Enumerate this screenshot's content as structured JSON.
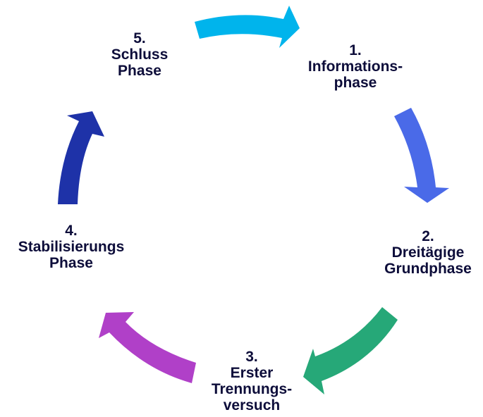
{
  "diagram": {
    "type": "cycle",
    "phases": [
      {
        "number": "1.",
        "lines": [
          "Informations-",
          "phase"
        ],
        "arrow_color": "#4a6ae8"
      },
      {
        "number": "2.",
        "lines": [
          "Dreitägige",
          "Grundphase"
        ],
        "arrow_color": "#26a878"
      },
      {
        "number": "3.",
        "lines": [
          "Erster",
          "Trennungs-",
          "versuch"
        ],
        "arrow_color": "#b040c8"
      },
      {
        "number": "4.",
        "lines": [
          "Stabilisierungs",
          "Phase"
        ],
        "arrow_color": "#1e32a8"
      },
      {
        "number": "5.",
        "lines": [
          "Schluss",
          "Phase"
        ],
        "arrow_color": "#00b4ec"
      }
    ],
    "text_color": "#0d0d3a"
  }
}
